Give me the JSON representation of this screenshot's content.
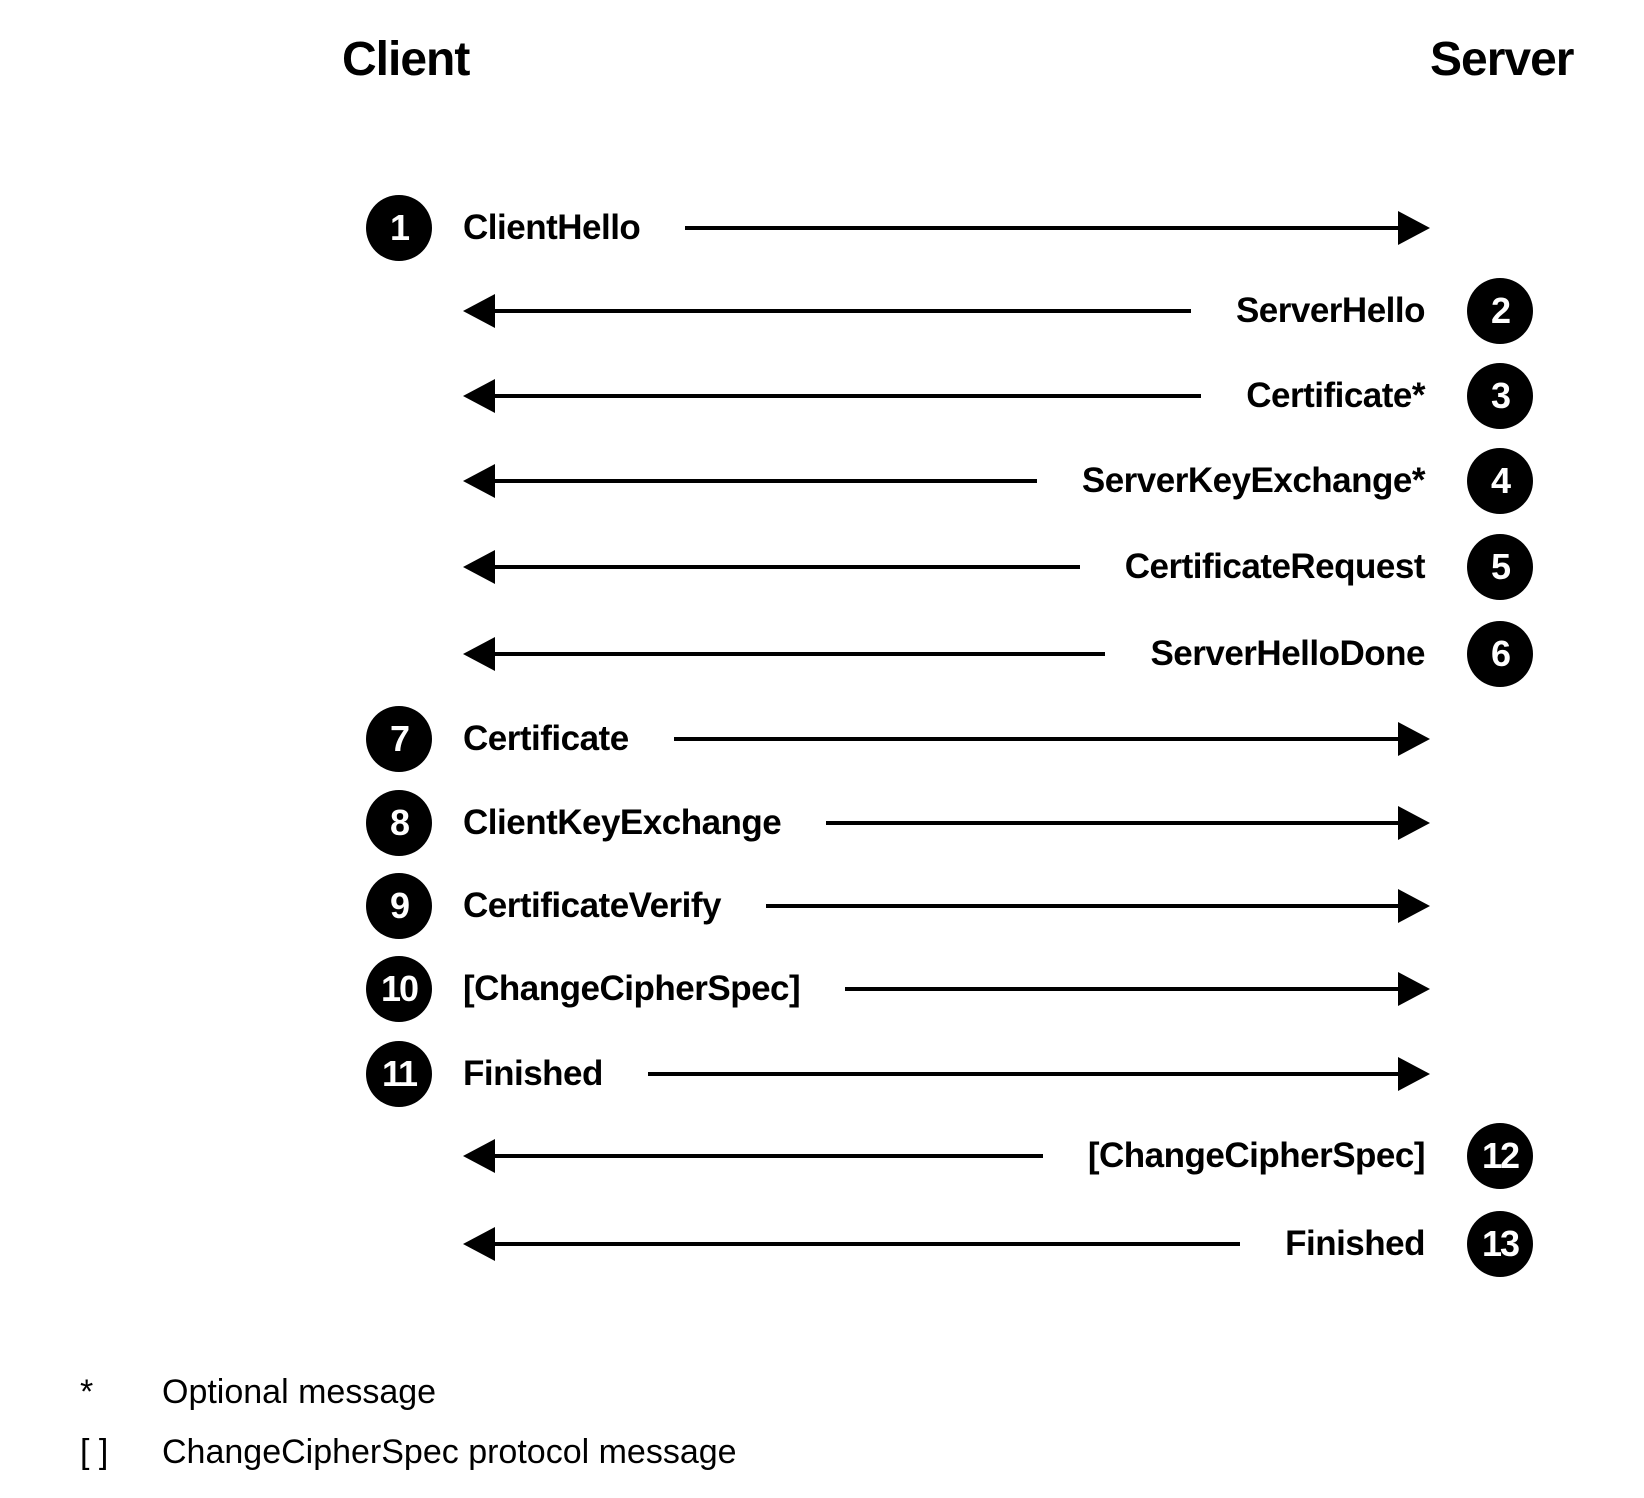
{
  "headers": {
    "client": "Client",
    "server": "Server"
  },
  "messages": [
    {
      "number": "1",
      "label": "ClientHello",
      "direction": "client-to-server"
    },
    {
      "number": "2",
      "label": "ServerHello",
      "direction": "server-to-client"
    },
    {
      "number": "3",
      "label": "Certificate*",
      "direction": "server-to-client"
    },
    {
      "number": "4",
      "label": "ServerKeyExchange*",
      "direction": "server-to-client"
    },
    {
      "number": "5",
      "label": "CertificateRequest",
      "direction": "server-to-client"
    },
    {
      "number": "6",
      "label": "ServerHelloDone",
      "direction": "server-to-client"
    },
    {
      "number": "7",
      "label": "Certificate",
      "direction": "client-to-server"
    },
    {
      "number": "8",
      "label": "ClientKeyExchange",
      "direction": "client-to-server"
    },
    {
      "number": "9",
      "label": "CertificateVerify",
      "direction": "client-to-server"
    },
    {
      "number": "10",
      "label": "[ChangeCipherSpec]",
      "direction": "client-to-server"
    },
    {
      "number": "11",
      "label": "Finished",
      "direction": "client-to-server"
    },
    {
      "number": "12",
      "label": "[ChangeCipherSpec]",
      "direction": "server-to-client"
    },
    {
      "number": "13",
      "label": "Finished",
      "direction": "server-to-client"
    }
  ],
  "legend": [
    {
      "symbol": "*",
      "text": "Optional message"
    },
    {
      "symbol": "[ ]",
      "text": "ChangeCipherSpec protocol message"
    }
  ]
}
